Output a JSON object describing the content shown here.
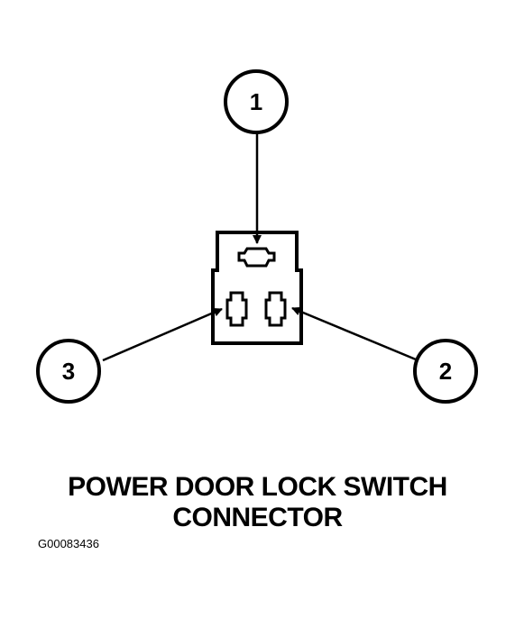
{
  "diagram": {
    "callouts": [
      {
        "id": "pin-1",
        "label": "1"
      },
      {
        "id": "pin-2",
        "label": "2"
      },
      {
        "id": "pin-3",
        "label": "3"
      }
    ],
    "caption_line1": "POWER DOOR LOCK SWITCH",
    "caption_line2": "CONNECTOR",
    "figure_id": "G00083436"
  }
}
